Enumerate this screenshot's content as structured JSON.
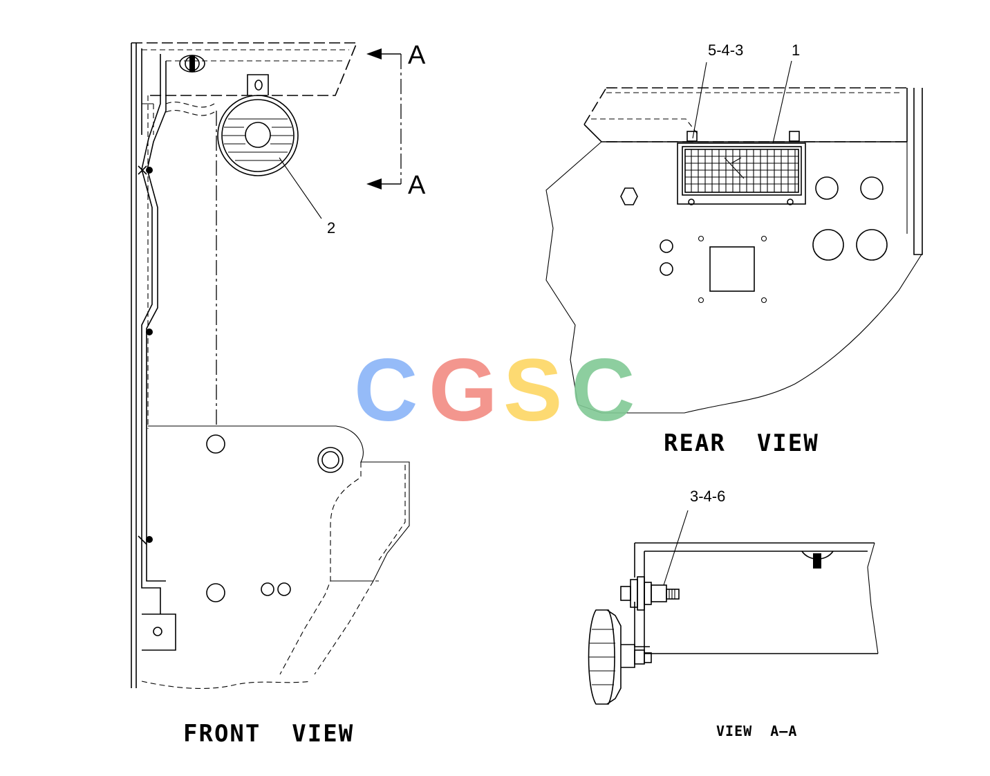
{
  "views": {
    "front": "FRONT  VIEW",
    "rear": "REAR  VIEW",
    "section": "VIEW  A–A"
  },
  "section_markers": {
    "top": "A",
    "bottom": "A"
  },
  "callouts": {
    "item_1": "1",
    "item_2": "2",
    "item_5_4_3": "5-4-3",
    "item_3_4_6": "3-4-6"
  },
  "watermark": {
    "letters": [
      "C",
      "G",
      "S",
      "C"
    ],
    "colors": [
      "#8ab4f8",
      "#f28b82",
      "#fdd663",
      "#81c995"
    ]
  }
}
